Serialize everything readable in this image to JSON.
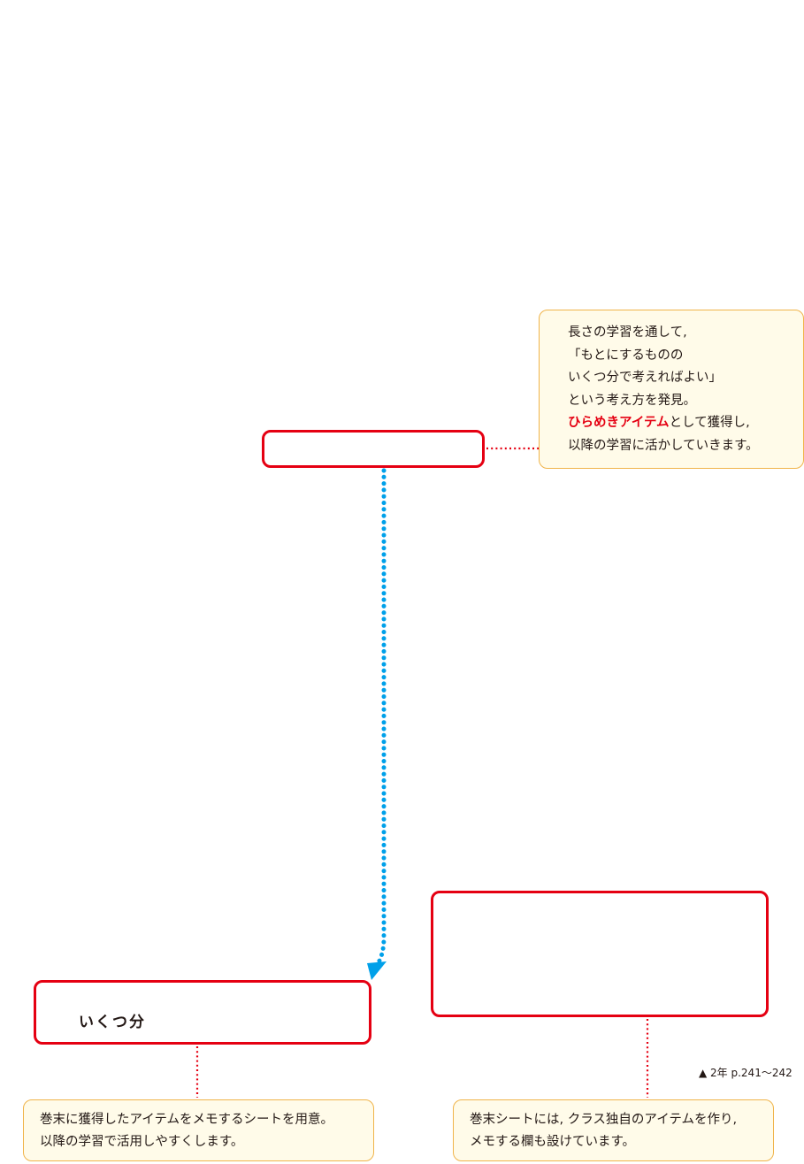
{
  "top_note": {
    "lines": [
      "長さの学習を通して,",
      "「もとにするものの",
      "いくつ分で考えればよい」",
      "という考え方を発見。"
    ],
    "highlight": "ひらめきアイテム",
    "highlight_rest": "として獲得し,",
    "last_line": "以降の学習に活かしていきます。"
  },
  "left_box": {
    "label": "いくつ分"
  },
  "bottom_left_note": {
    "lines": [
      "巻末に獲得したアイテムをメモするシートを用意。",
      "以降の学習で活用しやすくします。"
    ]
  },
  "bottom_right_note": {
    "lines": [
      "巻末シートには, クラス独自のアイテムを作り,",
      "メモする欄も設けています。"
    ]
  },
  "caption": "▲ 2年 p.241〜242",
  "colors": {
    "accent_red": "#e50012",
    "arrow_blue": "#00a0e9",
    "note_border": "#f0b44a",
    "note_bg": "#fffbe9"
  }
}
